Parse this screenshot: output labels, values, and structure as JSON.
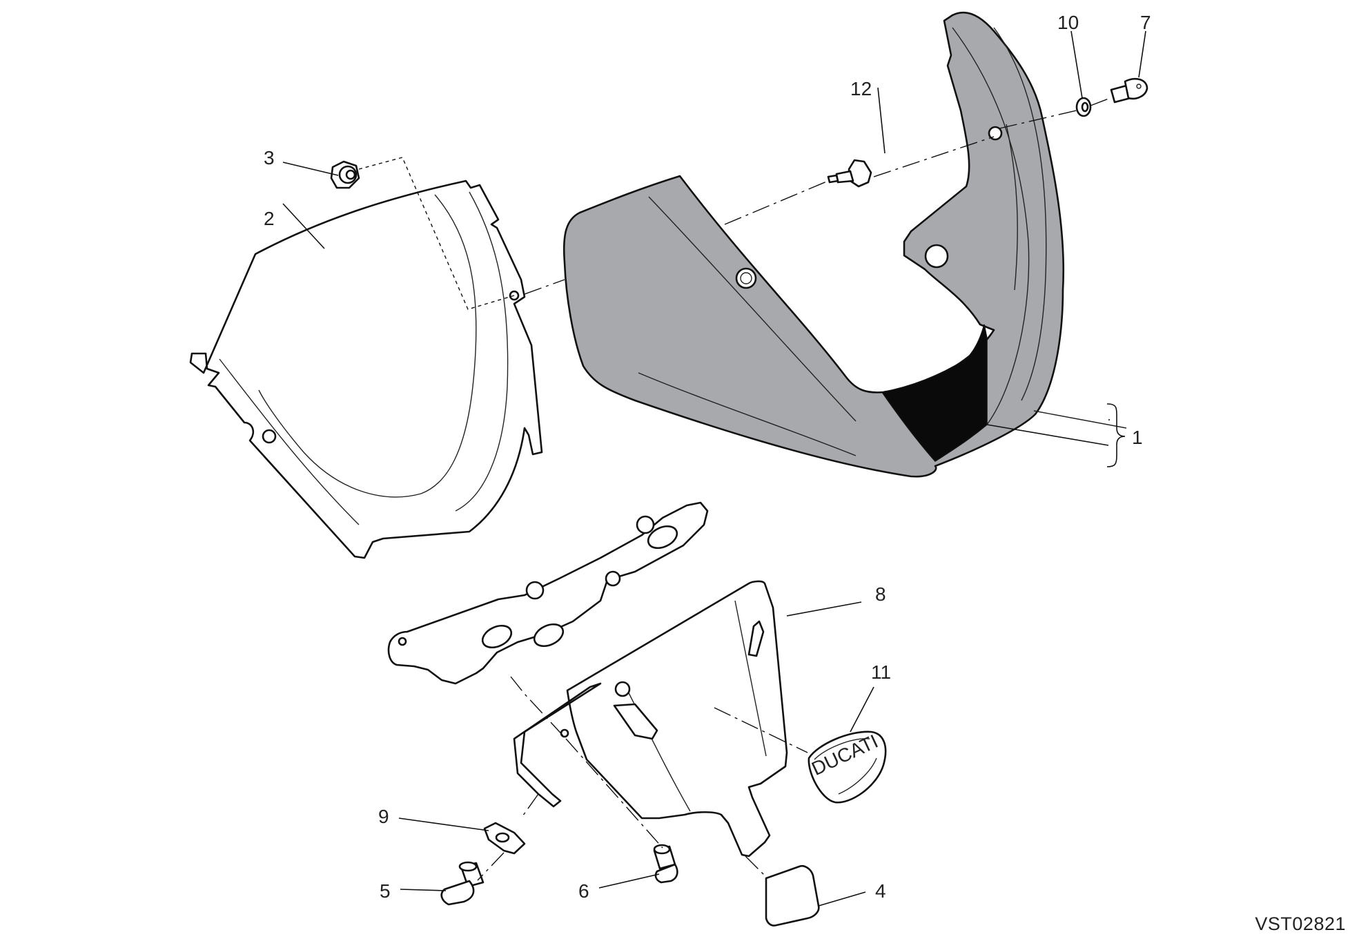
{
  "callouts": [
    {
      "id": "p1",
      "number": "1"
    },
    {
      "id": "p2",
      "number": "2"
    },
    {
      "id": "p3",
      "number": "3"
    },
    {
      "id": "p4",
      "number": "4"
    },
    {
      "id": "p5",
      "number": "5"
    },
    {
      "id": "p6",
      "number": "6"
    },
    {
      "id": "p7",
      "number": "7"
    },
    {
      "id": "p8",
      "number": "8"
    },
    {
      "id": "p9",
      "number": "9"
    },
    {
      "id": "p10",
      "number": "10"
    },
    {
      "id": "p11",
      "number": "11"
    },
    {
      "id": "p12",
      "number": "12"
    }
  ],
  "drawing_id": "VST02821",
  "badge_text": "DUCATI",
  "colors": {
    "cowl_fill": "#a7a9ac",
    "cowl_dark_panel": "#0a0a0a",
    "line": "#111111",
    "background": "#ffffff"
  }
}
